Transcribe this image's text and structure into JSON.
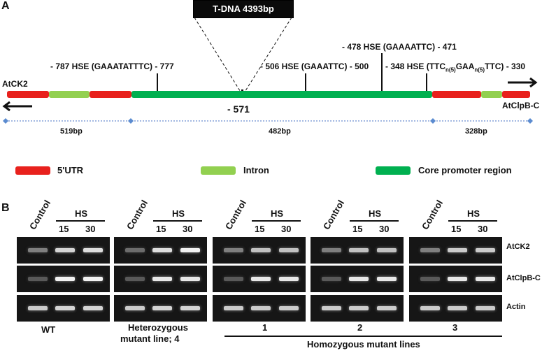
{
  "panel_a": {
    "label": "A",
    "tdna": "T-DNA 4393bp",
    "gene_left": "AtCK2",
    "gene_right": "AtClpB-C",
    "insertion_pos": "- 571",
    "hse": [
      {
        "pre": "- 787 HSE (GAAATATTTC) - 777"
      },
      {
        "pre": "- 506 HSE (GAAATTC) - 500"
      },
      {
        "pre": "- 478 HSE (GAAAATTC)  - 471"
      },
      {
        "pre": "- 348 HSE (TTC",
        "sub1": "n(5)",
        "mid": "GAA",
        "sub2": "n(5)",
        "post": "TTC) - 330"
      }
    ],
    "distances": [
      "519bp",
      "482bp",
      "328bp"
    ],
    "legend": [
      {
        "label": "5'UTR",
        "color": "#e8211d"
      },
      {
        "label": "Intron",
        "color": "#92d050"
      },
      {
        "label": "Core promoter region",
        "color": "#00b050"
      }
    ]
  },
  "panel_b": {
    "label": "B",
    "control_label": "Control",
    "hs_label": "HS",
    "times": [
      "15",
      "30"
    ],
    "genes": [
      "AtCK2",
      "AtClpB-C",
      "Actin"
    ],
    "groups": [
      "WT",
      "Heterozygous",
      "mutant line; 4",
      "1",
      "2",
      "3"
    ],
    "homozygous_label": "Homozygous mutant lines",
    "band_intensity": [
      [
        [
          0.35,
          0.8,
          0.85
        ],
        [
          0.25,
          0.85,
          0.95
        ],
        [
          0.35,
          0.7,
          0.7
        ],
        [
          0.35,
          0.7,
          0.7
        ],
        [
          0.35,
          0.75,
          0.75
        ]
      ],
      [
        [
          0.15,
          0.95,
          0.95
        ],
        [
          0.15,
          0.9,
          0.9
        ],
        [
          0.15,
          0.9,
          0.9
        ],
        [
          0.15,
          0.9,
          0.9
        ],
        [
          0.15,
          0.9,
          0.9
        ]
      ],
      [
        [
          0.75,
          0.8,
          0.8
        ],
        [
          0.75,
          0.8,
          0.8
        ],
        [
          0.75,
          0.75,
          0.75
        ],
        [
          0.75,
          0.75,
          0.75
        ],
        [
          0.75,
          0.75,
          0.75
        ]
      ]
    ]
  }
}
